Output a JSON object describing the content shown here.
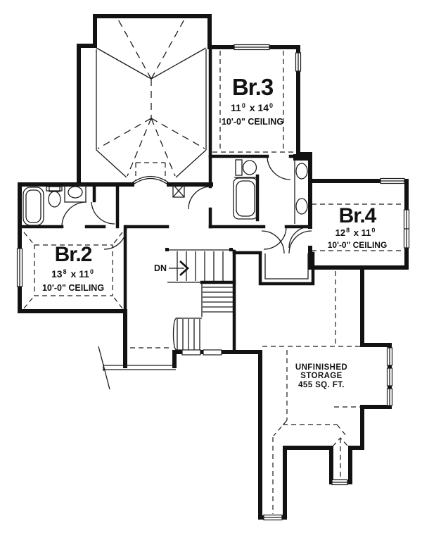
{
  "rooms": {
    "br2": {
      "name": "Br.2",
      "dim_major": "13",
      "dim_major_sup": "8",
      "times": "x",
      "dim_minor": "11",
      "dim_minor_sup": "0",
      "ceiling": "10'-0\" CEILING"
    },
    "br3": {
      "name": "Br.3",
      "dim_major": "11",
      "dim_major_sup": "0",
      "times": "x",
      "dim_minor": "14",
      "dim_minor_sup": "0",
      "ceiling": "10'-0\" CEILING"
    },
    "br4": {
      "name": "Br.4",
      "dim_major": "12",
      "dim_major_sup": "8",
      "times": "x",
      "dim_minor": "11",
      "dim_minor_sup": "0",
      "ceiling": "10'-0\" CEILING"
    }
  },
  "storage": {
    "line1": "UNFINISHED",
    "line2": "STORAGE",
    "line3": "455 SQ. FT."
  },
  "stair": {
    "down_label": "DN"
  },
  "colors": {
    "ink": "#121212",
    "paper": "#ffffff"
  }
}
